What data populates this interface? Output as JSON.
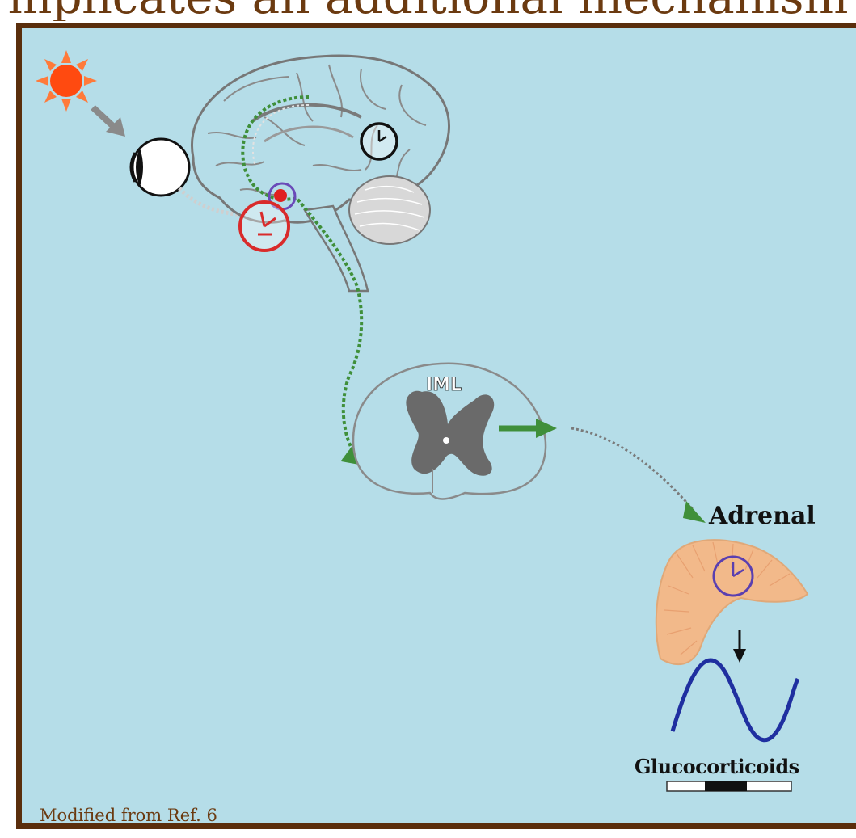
{
  "page": {
    "title_fragment": "mplicates an additional mechanism"
  },
  "diagram": {
    "labels": {
      "iml": "IML",
      "adrenal": "Adrenal",
      "glucocorticoids": "Glucocorticoids"
    },
    "nodes": [
      "sun",
      "eye",
      "brain",
      "SCN clock",
      "cortex clock",
      "spinal cord (IML)",
      "adrenal clock",
      "glucocorticoid rhythm",
      "light/dark bar"
    ]
  },
  "footer": {
    "credit": "Modified from Ref. 6"
  },
  "colors": {
    "frame": "#5a2e0c",
    "background": "#b5dde8",
    "title_text": "#6b3a10",
    "pathway": "#3f8f3a",
    "scn_clock": "#d92b2b",
    "adrenal_clock": "#5a3fb0",
    "adrenal": "#f2b98a",
    "rhythm": "#1f2fa0",
    "sun": "#ff4a10"
  }
}
